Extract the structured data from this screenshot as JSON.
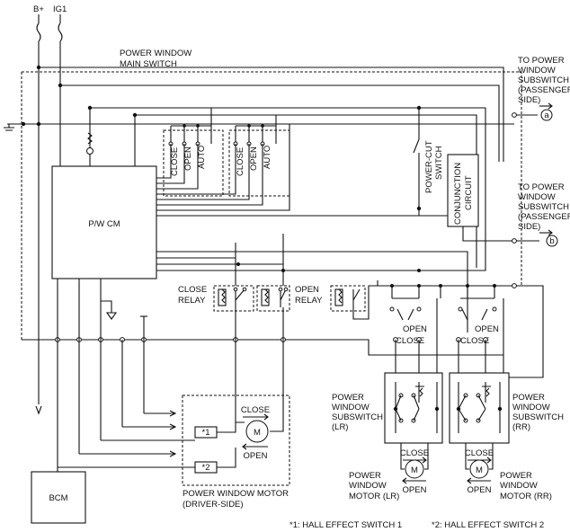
{
  "power": {
    "bplus": "B+",
    "ig1": "IG1"
  },
  "main_switch": {
    "line1": "POWER WINDOW",
    "line2": "MAIN SWITCH"
  },
  "pwcm": {
    "label": "P/W CM"
  },
  "bcm": {
    "label": "BCM"
  },
  "switch_labels": {
    "close": "CLOSE",
    "open": "OPEN",
    "auto": "AUTO"
  },
  "power_cut": {
    "line1": "POWER-CUT",
    "line2": "SWITCH"
  },
  "conjunction": {
    "line1": "CONJUNCTION",
    "line2": "CIRCUIT"
  },
  "to_sub_a": {
    "l1": "TO POWER",
    "l2": "WINDOW",
    "l3": "SUBSWITCH",
    "l4": "(PASSENGER-",
    "l5": "SIDE)",
    "conn": "a"
  },
  "to_sub_b": {
    "l1": "TO POWER",
    "l2": "WINDOW",
    "l3": "SUBSWITCH",
    "l4": "(PASSENGER-",
    "l5": "SIDE)",
    "conn": "b"
  },
  "close_relay": {
    "l1": "CLOSE",
    "l2": "RELAY"
  },
  "open_relay": {
    "l1": "OPEN",
    "l2": "RELAY"
  },
  "motor_symbol": "M",
  "driver_motor": {
    "close": "CLOSE",
    "open": "OPEN",
    "l1": "POWER WINDOW MOTOR",
    "l2": "(DRIVER-SIDE)"
  },
  "hall": {
    "s1": "*1",
    "s2": "*2"
  },
  "sub_lr": {
    "l1": "POWER",
    "l2": "WINDOW",
    "l3": "SUBSWITCH",
    "l4": "(LR)"
  },
  "sub_rr": {
    "l1": "POWER",
    "l2": "WINDOW",
    "l3": "SUBSWITCH",
    "l4": "(RR)"
  },
  "motor_lr": {
    "l1": "POWER",
    "l2": "WINDOW",
    "l3": "MOTOR (LR)",
    "close": "CLOSE",
    "open": "OPEN"
  },
  "motor_rr": {
    "l1": "POWER",
    "l2": "WINDOW",
    "l3": "MOTOR (RR)",
    "close": "CLOSE",
    "open": "OPEN"
  },
  "footnotes": {
    "f1": "*1: HALL EFFECT SWITCH 1",
    "f2": "*2: HALL EFFECT SWITCH 2"
  }
}
